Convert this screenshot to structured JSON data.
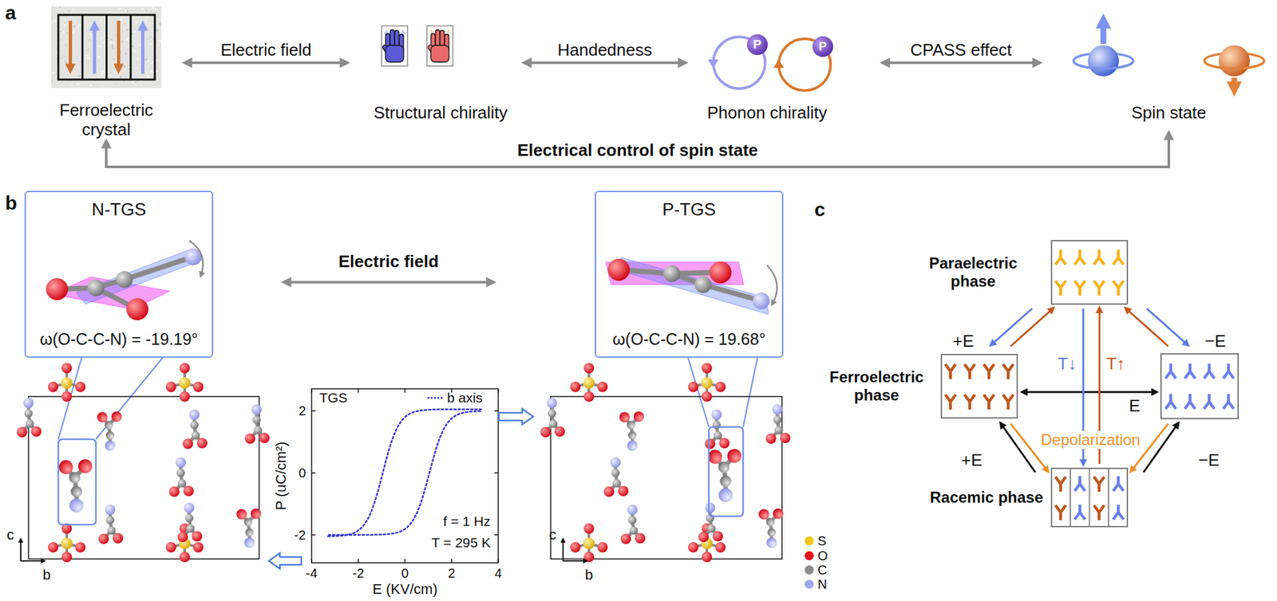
{
  "diagram": {
    "nodes": [
      {
        "text": [
          "Ferroelectric crystal"
        ]
      },
      {
        "text": [
          "Structural chirality"
        ]
      },
      {
        "text": [
          "Phonon chirality"
        ]
      },
      {
        "text": [
          "Spin state"
        ]
      },
      {
        "text": [
          "N-TGS",
          "ω(O-C-C-N) = -19.19°"
        ]
      },
      {
        "text": [
          "P-TGS",
          "ω(O-C-C-N) = 19.68°"
        ]
      },
      {
        "text": [
          "Paraelectric phase"
        ]
      },
      {
        "text": [
          "Ferroelectric phase"
        ]
      },
      {
        "text": [
          "Racemic phase"
        ]
      }
    ],
    "edges": [
      {
        "from": 0,
        "to": 1,
        "label": "Electric field",
        "arrow": "both"
      },
      {
        "from": 1,
        "to": 2,
        "label": "Handedness",
        "arrow": "both"
      },
      {
        "from": 2,
        "to": 3,
        "label": "CPASS effect",
        "arrow": "both"
      },
      {
        "from": 3,
        "to": 0,
        "label": "Electrical control of spin state",
        "arrow": "both"
      },
      {
        "from": 4,
        "to": 5,
        "label": "Electric field",
        "arrow": "both"
      },
      {
        "from": 6,
        "to": 7,
        "arrow": "to"
      },
      {
        "from": 7,
        "to": 6,
        "arrow": "to"
      },
      {
        "from": 6,
        "to": 8,
        "label": "T↓",
        "arrow": "to"
      },
      {
        "from": 8,
        "to": 6,
        "label": "T↑",
        "arrow": "to"
      },
      {
        "from": 7,
        "to": 8,
        "arrow": "to"
      },
      {
        "from": 8,
        "to": 7,
        "arrow": "to"
      }
    ],
    "labels": [
      "a",
      "b",
      "c",
      "P",
      "P",
      "c",
      "b",
      "c",
      "b",
      "TGS",
      "f = 1 Hz",
      "T = 295 K",
      "P (uC/cm²)",
      "E (KV/cm)",
      "-4",
      "-2",
      "0",
      "2",
      "4",
      "2",
      "0",
      "-2",
      "+E",
      "−E",
      "E",
      "Depolarization",
      "+E",
      "−E"
    ],
    "legend": [
      {
        "text": "b axis"
      },
      {
        "text": "S",
        "color": "#f2c81e"
      },
      {
        "text": "O",
        "color": "#e8101c"
      },
      {
        "text": "C",
        "color": "#8c8c8c"
      },
      {
        "text": "N",
        "color": "#a3a6ea"
      }
    ]
  }
}
